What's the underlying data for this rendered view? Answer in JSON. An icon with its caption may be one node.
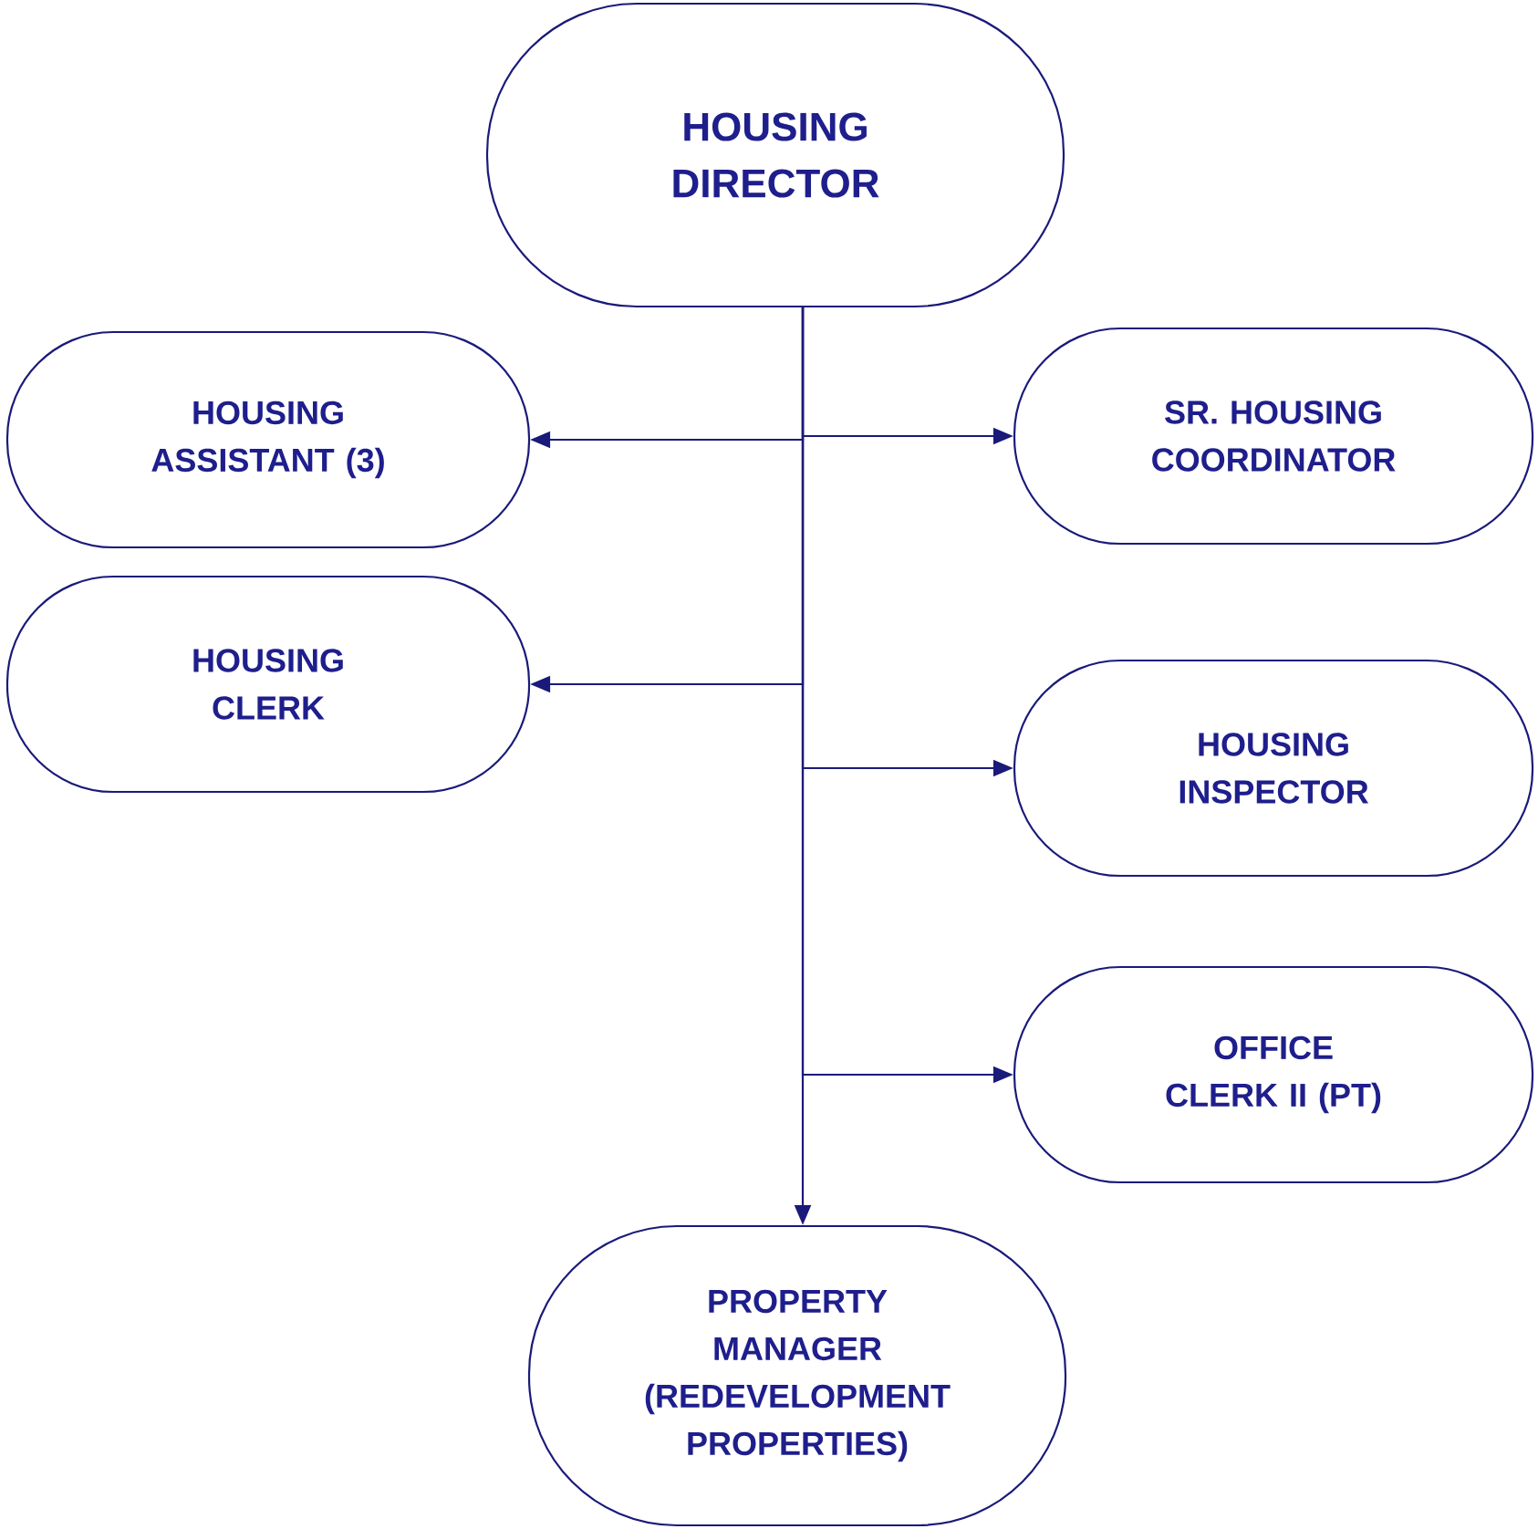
{
  "diagram": {
    "nodes": [
      {
        "text": [
          "HOUSING DIRECTOR"
        ]
      },
      {
        "text": [
          "HOUSING ASSISTANT (3)"
        ]
      },
      {
        "text": [
          "SR. HOUSING COORDINATOR"
        ]
      },
      {
        "text": [
          "HOUSING CLERK"
        ]
      },
      {
        "text": [
          "HOUSING INSPECTOR"
        ]
      },
      {
        "text": [
          "OFFICE CLERK II (PT)"
        ]
      },
      {
        "text": [
          "PROPERTY MANAGER (REDEVELOPMENT PROPERTIES)"
        ]
      }
    ],
    "edges": [
      {
        "from": 0,
        "to": 1,
        "arrow": "to"
      },
      {
        "from": 0,
        "to": 2,
        "arrow": "to"
      },
      {
        "from": 0,
        "to": 3,
        "arrow": "to"
      },
      {
        "from": 0,
        "to": 4,
        "arrow": "to"
      },
      {
        "from": 0,
        "to": 5,
        "arrow": "to"
      },
      {
        "from": 0,
        "to": 6,
        "arrow": "to"
      }
    ]
  }
}
